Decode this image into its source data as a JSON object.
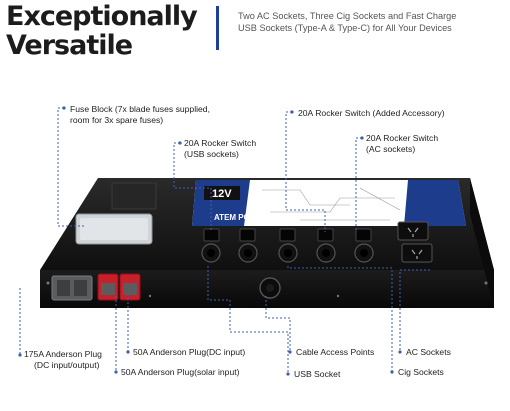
{
  "header": {
    "title_line1": "Exceptionally",
    "title_line2": "Versatile",
    "subtitle": "Two AC Sockets, Three Cig Sockets and Fast Charge USB Sockets (Type-A & Type-C) for All Your Devices"
  },
  "panel": {
    "voltage_badge": "12V",
    "brand": "ATEM POWER"
  },
  "callouts": {
    "fuse_block_line1": "Fuse Block (7x blade fuses supplied,",
    "fuse_block_line2": "room for 3x spare fuses)",
    "rocker_added_accessory": "20A Rocker Switch (Added Accessory)",
    "rocker_usb_line1": "20A Rocker Switch",
    "rocker_usb_line2": "(USB sockets)",
    "rocker_ac_line1": "20A Rocker Switch",
    "rocker_ac_line2": "(AC sockets)",
    "anderson_175_line1": "175A Anderson Plug",
    "anderson_175_line2": "(DC input/output)",
    "anderson_50_dc": "50A Anderson Plug(DC input)",
    "anderson_50_solar": "50A Anderson Plug(solar input)",
    "cable_access": "Cable Access Points",
    "usb_socket": "USB Socket",
    "ac_sockets": "AC Sockets",
    "cig_sockets": "Cig Sockets"
  },
  "colors": {
    "accent_bar": "#1f3f9a",
    "callout_line": "#3f5fb5",
    "panel_blue": "#1e3c8c",
    "anderson_red": "#c8202a",
    "body_black": "#141414"
  }
}
